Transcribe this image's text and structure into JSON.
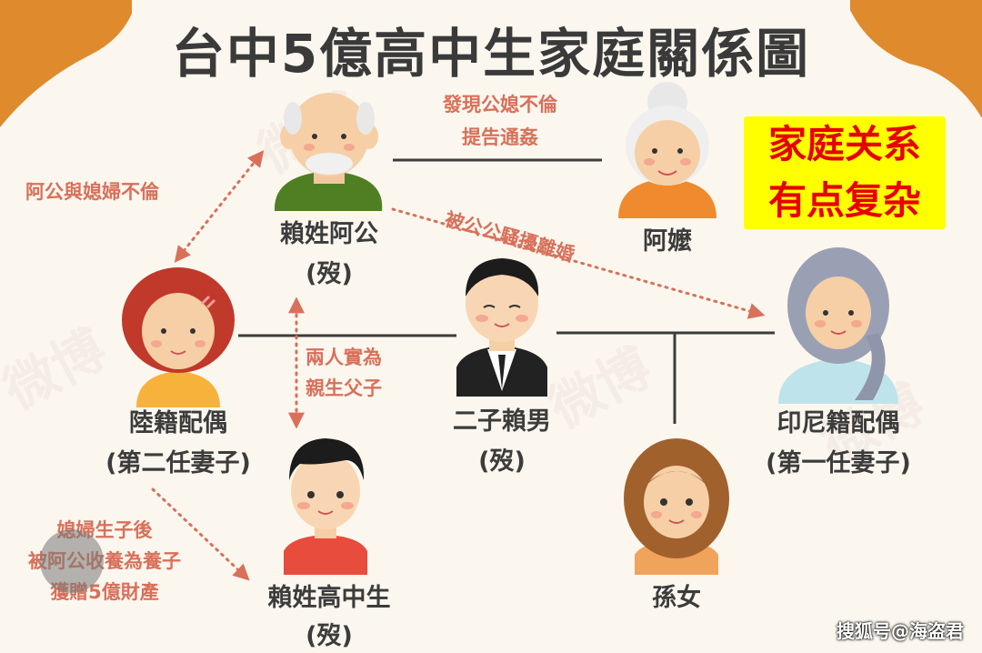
{
  "title": "台中5億高中生家庭關係圖",
  "annotation": {
    "line1": "家庭关系",
    "line2": "有点复杂"
  },
  "people": {
    "grandpa": {
      "name": "賴姓阿公",
      "status": "(歿)"
    },
    "grandma": {
      "name": "阿嬤"
    },
    "second_wife": {
      "name": "陸籍配偶",
      "role": "(第二任妻子)"
    },
    "son": {
      "name": "二子賴男",
      "status": "(歿)"
    },
    "first_wife": {
      "name": "印尼籍配偶",
      "role": "(第一任妻子)"
    },
    "student": {
      "name": "賴姓高中生",
      "status": "(歿)"
    },
    "granddaughter": {
      "name": "孫女"
    }
  },
  "notes": {
    "discover": {
      "line1": "發現公媳不倫",
      "line2": "提告通姦"
    },
    "affair": "阿公與媳婦不倫",
    "harass": "被公公騷擾離婚",
    "biological": {
      "line1": "兩人實為",
      "line2": "親生父子"
    },
    "adopt": {
      "line1": "媳婦生子後",
      "line2": "被阿公收養為養子",
      "line3": "獲贈5億財產"
    }
  },
  "watermark": "微博",
  "footer": "搜狐号@海盗君",
  "colors": {
    "background": "#fbf7ef",
    "corner": "#e08a2e",
    "note": "#d9705a",
    "line": "#3c3c3c",
    "annotation_text": "#e60000",
    "annotation_bg": "#ffff00"
  }
}
